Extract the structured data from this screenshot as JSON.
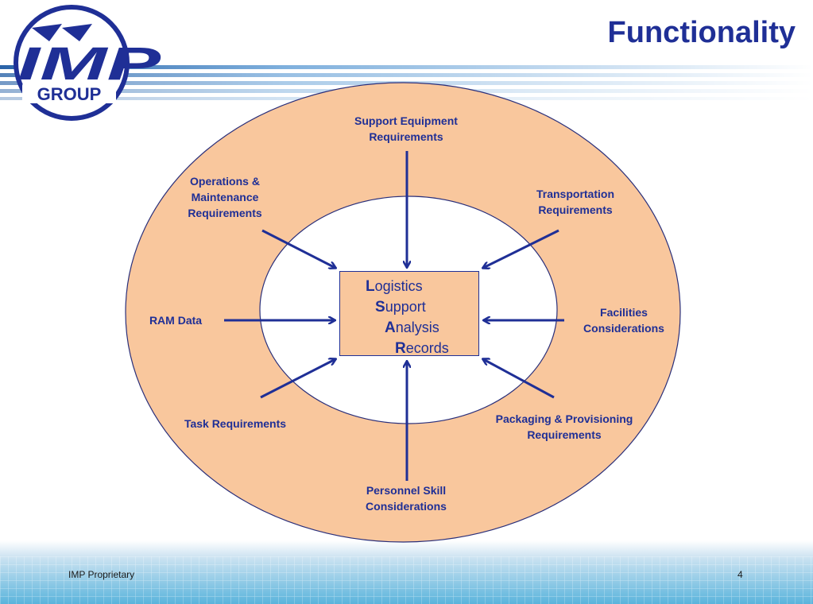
{
  "slide": {
    "title": "Functionality",
    "footer_left": "IMP Proprietary",
    "page_number": "4"
  },
  "logo": {
    "wordmark": "IMP",
    "group_text": "GROUP"
  },
  "center": {
    "lines": [
      {
        "initial": "L",
        "rest": "ogistics"
      },
      {
        "initial": "S",
        "rest": "upport"
      },
      {
        "initial": "A",
        "rest": "nalysis"
      },
      {
        "initial": "R",
        "rest": "ecords"
      }
    ]
  },
  "inputs": {
    "support_equipment": [
      "Support Equipment",
      "Requirements"
    ],
    "operations_maintenance": [
      "Operations &",
      "Maintenance",
      "Requirements"
    ],
    "transportation": [
      "Transportation",
      "Requirements"
    ],
    "ram_data": [
      "RAM Data"
    ],
    "facilities": [
      "Facilities",
      "Considerations"
    ],
    "task": [
      "Task Requirements"
    ],
    "packaging_provisioning": [
      "Packaging & Provisioning",
      "Requirements"
    ],
    "personnel_skill": [
      "Personnel Skill",
      "Considerations"
    ]
  },
  "colors": {
    "primary_blue": "#1f2f96",
    "ring_fill": "#f9c79d",
    "outline": "#2a2f7a"
  }
}
